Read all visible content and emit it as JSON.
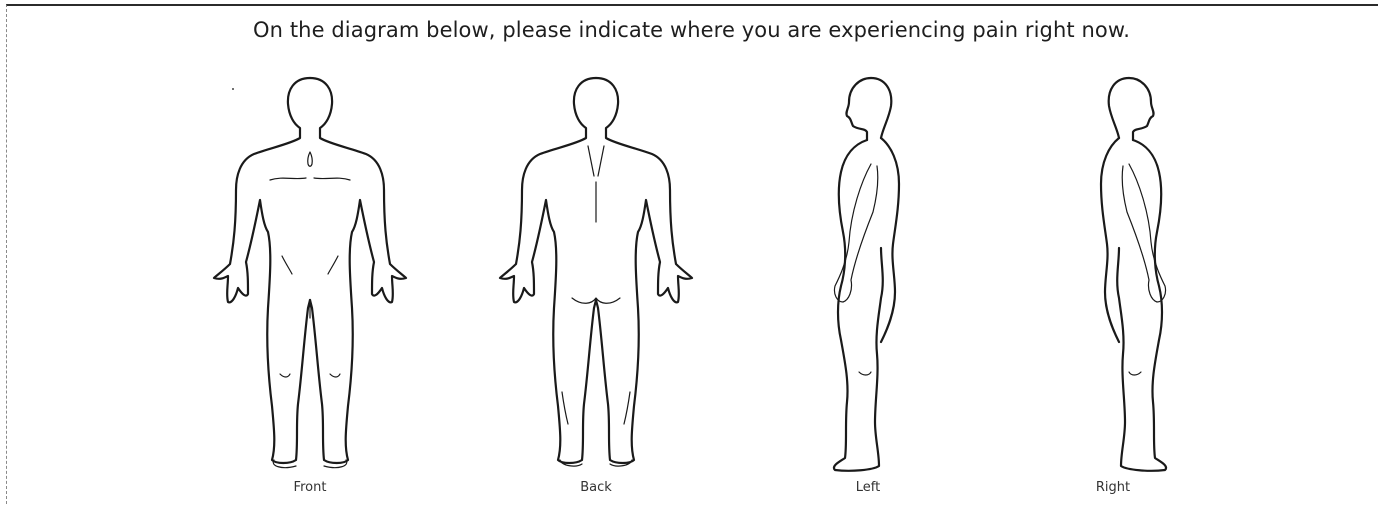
{
  "form": {
    "instruction": "On the diagram below, please indicate where you are experiencing pain right now.",
    "views": [
      {
        "label": "Front",
        "icon": "body-front-icon"
      },
      {
        "label": "Back",
        "icon": "body-back-icon"
      },
      {
        "label": "Left",
        "icon": "body-left-side-icon"
      },
      {
        "label": "Right",
        "icon": "body-right-side-icon"
      }
    ]
  },
  "colors": {
    "outline": "#1a1a1a",
    "text": "#1e1e1e",
    "background": "#ffffff"
  }
}
